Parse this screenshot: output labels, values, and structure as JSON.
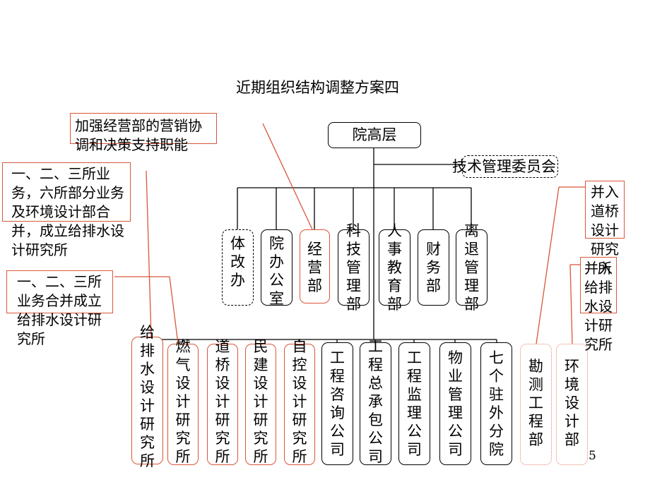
{
  "title": "近期组织结构调整方案四",
  "top": "院高层",
  "committee": "技术管理委员会",
  "departments": [
    "体改办",
    "院办公室",
    "经营部",
    "科技管理部",
    "人事教育部",
    "财务部",
    "离退管理部"
  ],
  "institutes": [
    "给排水设计研究所",
    "燃气设计研究所",
    "道桥设计研究所",
    "民建设计研究所",
    "自控设计研究所",
    "工程咨询公司",
    "工程总承包公司",
    "工程监理公司",
    "物业管理公司",
    "七个驻外分院",
    "勘测工程部",
    "环境设计部"
  ],
  "notes": {
    "marketing": "加强经营部的营销协调和决策支持职能",
    "merge_six": "一、二、三所业务，六所部分业务及环境设计部合并，成立给排水设计研究所",
    "merge_three": "一、二、三所业务合并成立给排水设计研究所",
    "bridge": "并入道桥设计研究所",
    "water": "并入给排水设计研究所"
  },
  "page_number": "5",
  "colors": {
    "callout": "#d9573a",
    "callout_light": "#e3886f",
    "line": "#000000"
  }
}
